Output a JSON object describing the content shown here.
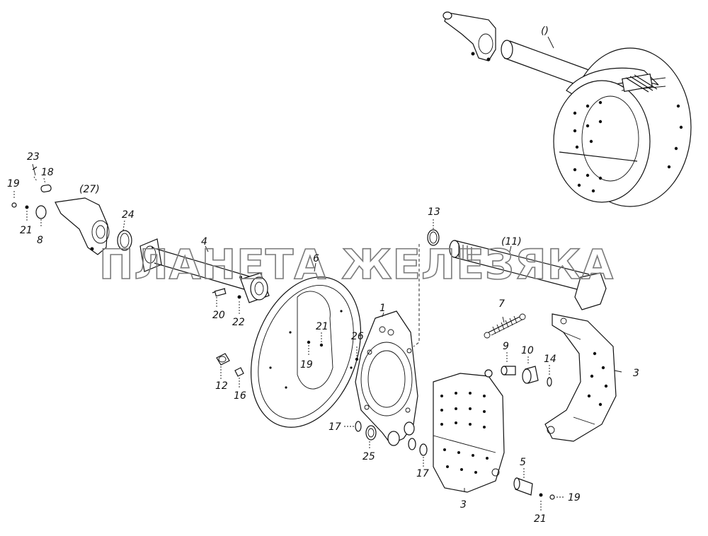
{
  "watermark": "ПЛАНЕТА ЖЕЛЕЗЯКА",
  "callouts": {
    "c1": "1",
    "c3a": "3",
    "c3b": "3",
    "c4": "4",
    "c5": "5",
    "c6": "6",
    "c7": "7",
    "c8": "8",
    "c9": "9",
    "c10": "10",
    "c11": "(11)",
    "c12": "12",
    "c13": "13",
    "c14": "14",
    "c16": "16",
    "c17a": "17",
    "c17b": "17",
    "c18": "18",
    "c19a": "19",
    "c19b": "19",
    "c19c": "19",
    "c20": "20",
    "c21a": "21",
    "c21b": "21",
    "c21c": "21",
    "c22": "22",
    "c23": "23",
    "c24": "24",
    "c25": "25",
    "c26": "26",
    "c27": "(27)",
    "cassy": "()"
  }
}
